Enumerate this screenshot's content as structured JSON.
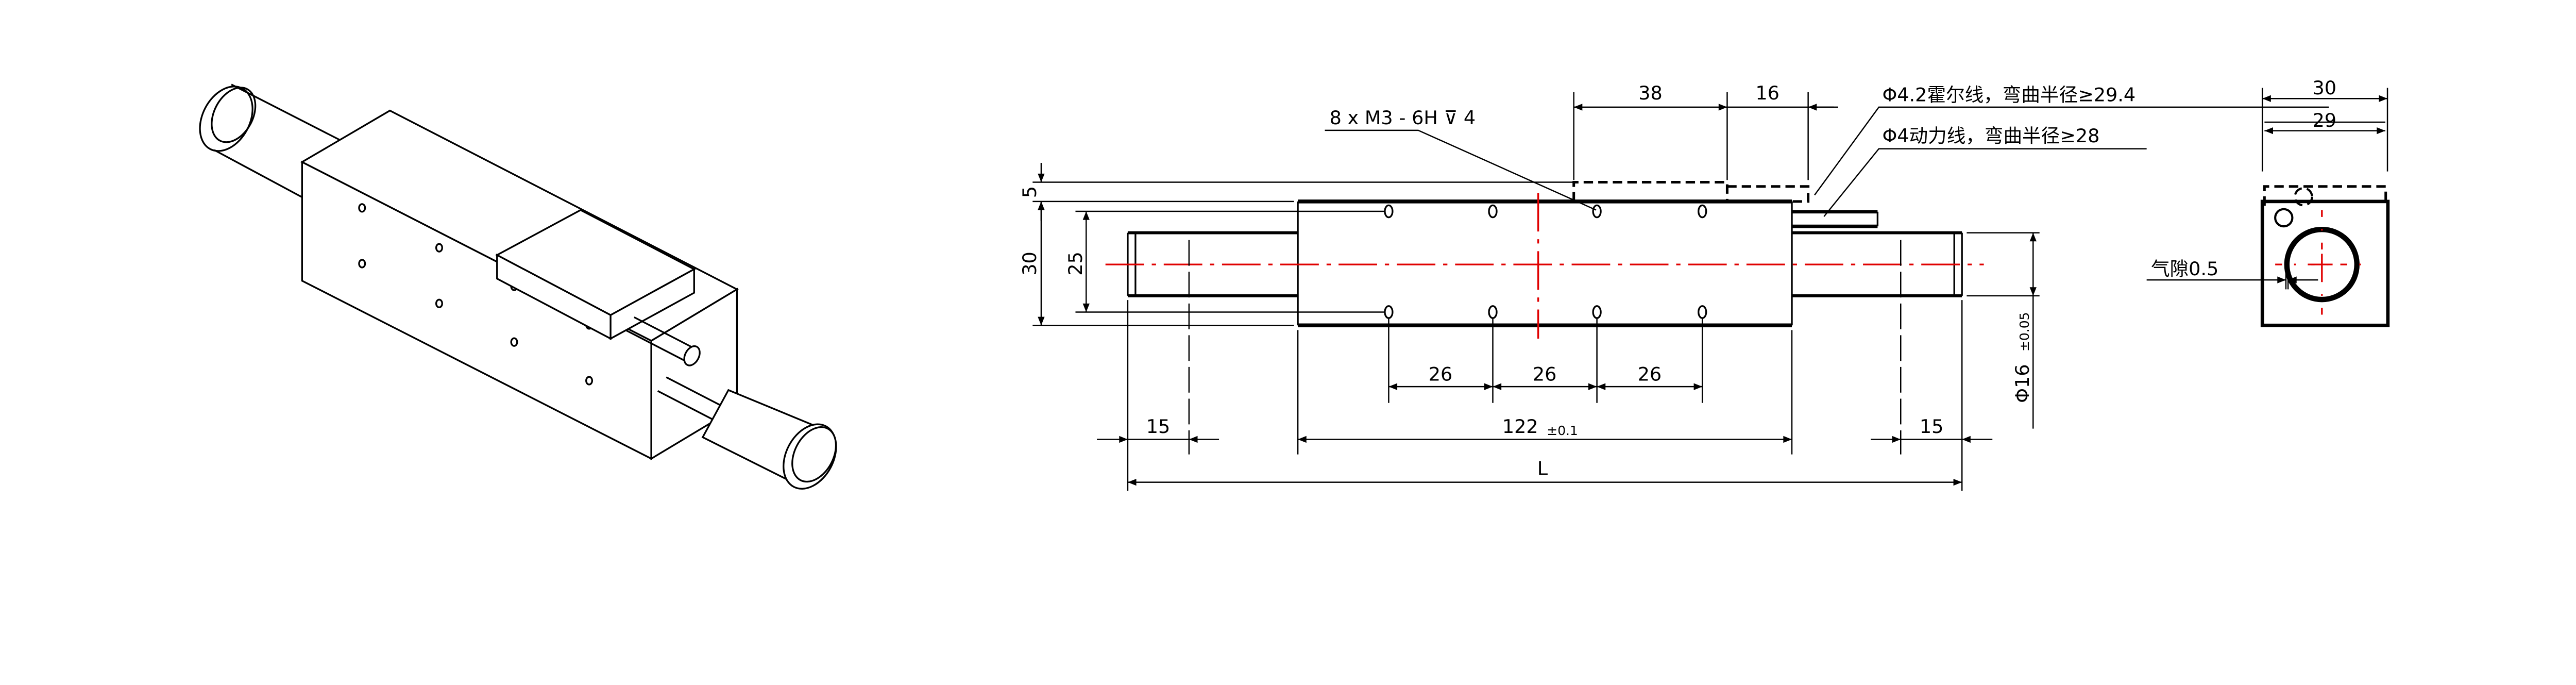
{
  "colors": {
    "line": "#000000",
    "centerline": "#e00000",
    "background": "#ffffff"
  },
  "front_view": {
    "thread_note": "8 x  M3 - 6H ⊽ 4",
    "hall_cable_note": "Φ4.2霍尔线，弯曲半径≥29.4",
    "power_cable_note": "Φ4动力线，弯曲半径≥28",
    "dim_38": "38",
    "dim_16": "16",
    "dim_5": "5",
    "dim_30": "30",
    "dim_25": "25",
    "dim_26_a": "26",
    "dim_26_b": "26",
    "dim_26_c": "26",
    "dim_15_left": "15",
    "dim_122": "122",
    "dim_122_tol": "±0.1",
    "dim_15_right": "15",
    "dim_L": "L",
    "dim_shaft_dia": "Φ16",
    "dim_shaft_tol": "±0.05"
  },
  "side_view": {
    "dim_30": "30",
    "dim_29": "29",
    "air_gap_note": "气隙0.5"
  }
}
